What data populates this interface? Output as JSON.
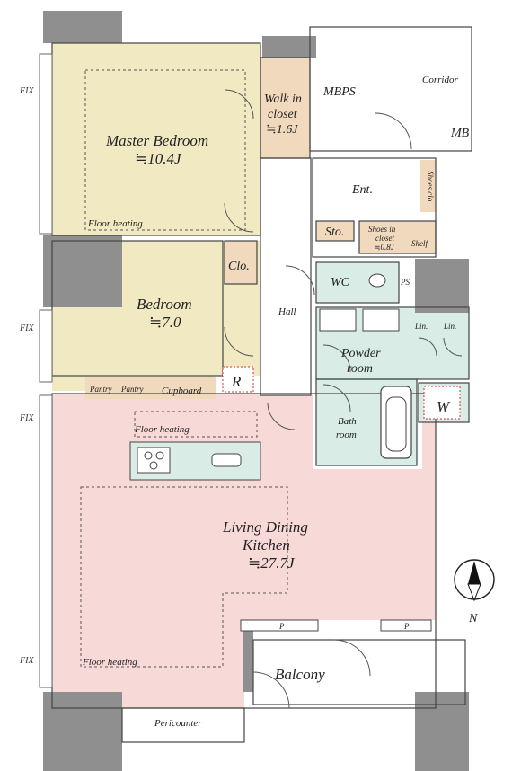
{
  "rooms": {
    "master_bedroom": {
      "name": "Master Bedroom",
      "area": "≒10.4J"
    },
    "walk_in_closet": {
      "line1": "Walk in",
      "line2": "closet",
      "area": "≒1.6J"
    },
    "bedroom": {
      "name": "Bedroom",
      "area": "≒7.0"
    },
    "closet": "Clo.",
    "ldk": {
      "line1": "Living Dining",
      "line2": "Kitchen",
      "area": "≒27.7J"
    },
    "entrance": "Ent.",
    "storage": "Sto.",
    "shoes_closet": {
      "line1": "Shoes in",
      "line2": "closet",
      "area": "≒0.8J"
    },
    "shelf": "Shelf",
    "shoes_clo": "Shoes clo",
    "wc": "WC",
    "ps": "PS",
    "powder_room": {
      "line1": "Powder",
      "line2": "room"
    },
    "bath_room": {
      "line1": "Bath",
      "line2": "room"
    },
    "linen1": "Lin.",
    "linen2": "Lin.",
    "washer": "W",
    "hall": "Hall",
    "mbps": "MBPS",
    "corridor": "Corridor",
    "mb": "MB",
    "balcony": "Balcony",
    "pericounter": "Pericounter",
    "pantry1": "Pantry",
    "pantry2": "Pantry",
    "cupboard": "Cupboard",
    "refrigerator": "R",
    "p1": "P",
    "p2": "P"
  },
  "floor_heating": [
    "Floor heating",
    "Floor heating",
    "Floor heating"
  ],
  "fix_labels": [
    "FIX",
    "FIX",
    "FIX",
    "FIX"
  ],
  "compass": {
    "label": "N"
  },
  "colors": {
    "bedroom_fill": "#f1e9c2",
    "ldk_fill": "#f7d9d7",
    "closet_fill": "#f0d9bd",
    "wet_fill": "#d9ece6",
    "wall": "#8f8f8f"
  }
}
